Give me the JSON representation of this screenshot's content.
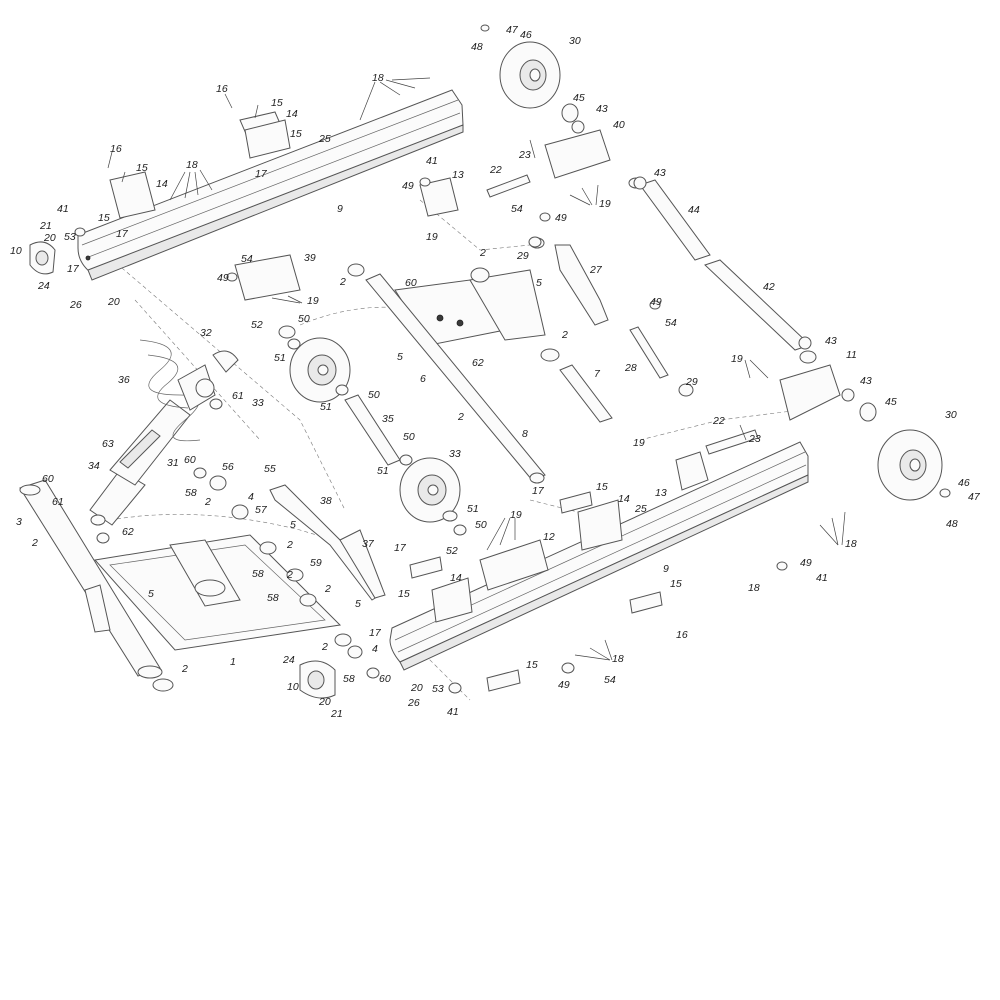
{
  "labels": {
    "l1": "1",
    "l2a": "2",
    "l2b": "2",
    "l2c": "2",
    "l2d": "2",
    "l2e": "2",
    "l2f": "2",
    "l2g": "2",
    "l2h": "2",
    "l2i": "2",
    "l2j": "2",
    "l2k": "2",
    "l3": "3",
    "l4a": "4",
    "l4b": "4",
    "l5a": "5",
    "l5b": "5",
    "l5c": "5",
    "l5d": "5",
    "l5e": "5",
    "l6": "6",
    "l7": "7",
    "l8": "8",
    "l9a": "9",
    "l9b": "9",
    "l10a": "10",
    "l10b": "10",
    "l11": "11",
    "l12": "12",
    "l13a": "13",
    "l13b": "13",
    "l14a": "14",
    "l14b": "14",
    "l14c": "14",
    "l14d": "14",
    "l15a": "15",
    "l15b": "15",
    "l15c": "15",
    "l15d": "15",
    "l15e": "15",
    "l15f": "15",
    "l15g": "15",
    "l15h": "15",
    "l16a": "16",
    "l16b": "16",
    "l16c": "16",
    "l17a": "17",
    "l17b": "17",
    "l17c": "17",
    "l17d": "17",
    "l17e": "17",
    "l17f": "17",
    "l18a": "18",
    "l18b": "18",
    "l18c": "18",
    "l18d": "18",
    "l18e": "18",
    "l19a": "19",
    "l19b": "19",
    "l19c": "19",
    "l19d": "19",
    "l19e": "19",
    "l19f": "19",
    "l20a": "20",
    "l20b": "20",
    "l20c": "20",
    "l20d": "20",
    "l21a": "21",
    "l21b": "21",
    "l22a": "22",
    "l22b": "22",
    "l23a": "23",
    "l23b": "23",
    "l24a": "24",
    "l24b": "24",
    "l25a": "25",
    "l25b": "25",
    "l26a": "26",
    "l26b": "26",
    "l27": "27",
    "l28": "28",
    "l29a": "29",
    "l29b": "29",
    "l30a": "30",
    "l30b": "30",
    "l31": "31",
    "l32": "32",
    "l33a": "33",
    "l33b": "33",
    "l34": "34",
    "l35": "35",
    "l36": "36",
    "l37": "37",
    "l38": "38",
    "l39": "39",
    "l40": "40",
    "l41a": "41",
    "l41b": "41",
    "l41c": "41",
    "l41d": "41",
    "l42": "42",
    "l43a": "43",
    "l43b": "43",
    "l43c": "43",
    "l43d": "43",
    "l44": "44",
    "l45a": "45",
    "l45b": "45",
    "l46a": "46",
    "l46b": "46",
    "l47a": "47",
    "l47b": "47",
    "l48a": "48",
    "l48b": "48",
    "l49a": "49",
    "l49b": "49",
    "l49c": "49",
    "l49d": "49",
    "l49e": "49",
    "l49f": "49",
    "l50a": "50",
    "l50b": "50",
    "l50c": "50",
    "l50d": "50",
    "l51a": "51",
    "l51b": "51",
    "l51c": "51",
    "l51d": "51",
    "l52a": "52",
    "l52b": "52",
    "l53a": "53",
    "l53b": "53",
    "l54a": "54",
    "l54b": "54",
    "l54c": "54",
    "l54d": "54",
    "l55": "55",
    "l56": "56",
    "l57": "57",
    "l58a": "58",
    "l58b": "58",
    "l58c": "58",
    "l58d": "58",
    "l59": "59",
    "l60a": "60",
    "l60b": "60",
    "l60c": "60",
    "l60d": "60",
    "l61a": "61",
    "l61b": "61",
    "l62a": "62",
    "l62b": "62",
    "l63": "63"
  }
}
